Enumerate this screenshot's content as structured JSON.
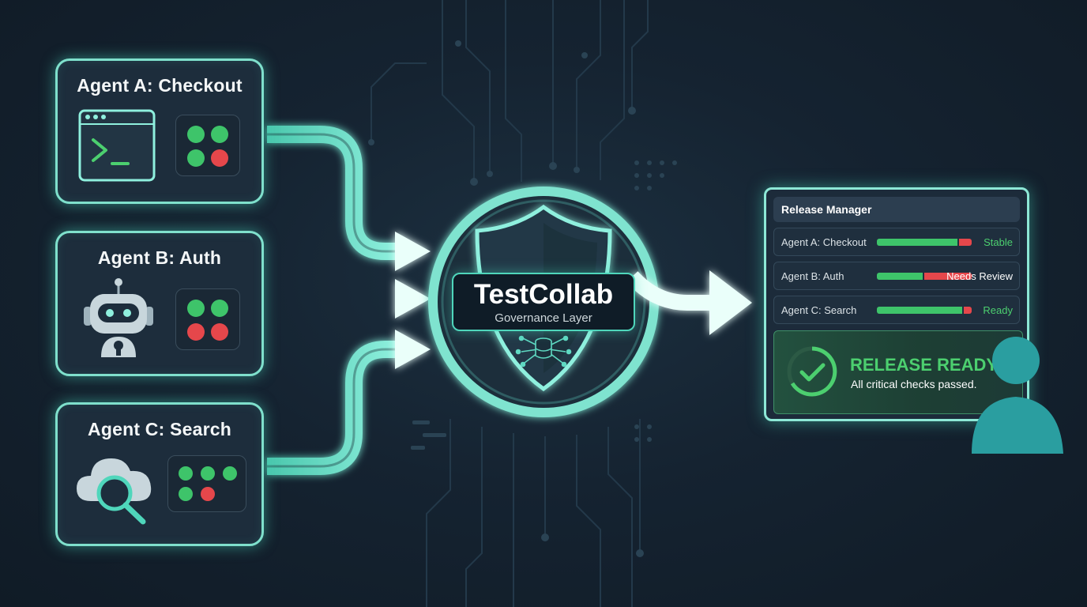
{
  "agents": [
    {
      "title": "Agent A: Checkout",
      "icon": "terminal-window-icon",
      "status_dots": [
        "green",
        "green",
        "green",
        "red"
      ]
    },
    {
      "title": "Agent B: Auth",
      "icon": "robot-lock-icon",
      "status_dots": [
        "green",
        "green",
        "red",
        "red"
      ]
    },
    {
      "title": "Agent C: Search",
      "icon": "cloud-search-icon",
      "status_dots": [
        "green",
        "green",
        "green",
        "green",
        "red"
      ]
    }
  ],
  "hub": {
    "title": "TestCollab",
    "subtitle": "Governance Layer",
    "icon": "shield-database-icon"
  },
  "release_manager": {
    "title": "Release Manager",
    "rows": [
      {
        "name": "Agent A: Checkout",
        "status": "Stable",
        "status_color": "#4ccf6f",
        "pass_fraction": 0.85
      },
      {
        "name": "Agent B: Auth",
        "status": "Needs Review",
        "status_color": "#ffffff",
        "pass_fraction": 0.48
      },
      {
        "name": "Agent C: Search",
        "status": "Ready",
        "status_color": "#4ccf6f",
        "pass_fraction": 0.9
      }
    ],
    "summary": {
      "headline": "RELEASE READY",
      "detail": "All critical checks passed.",
      "icon": "check-circle-icon"
    },
    "user_icon": "user-silhouette-icon"
  },
  "colors": {
    "accent": "#4fd6bb",
    "pass": "#3ec46a",
    "fail": "#e5474b",
    "background": "#152331"
  }
}
